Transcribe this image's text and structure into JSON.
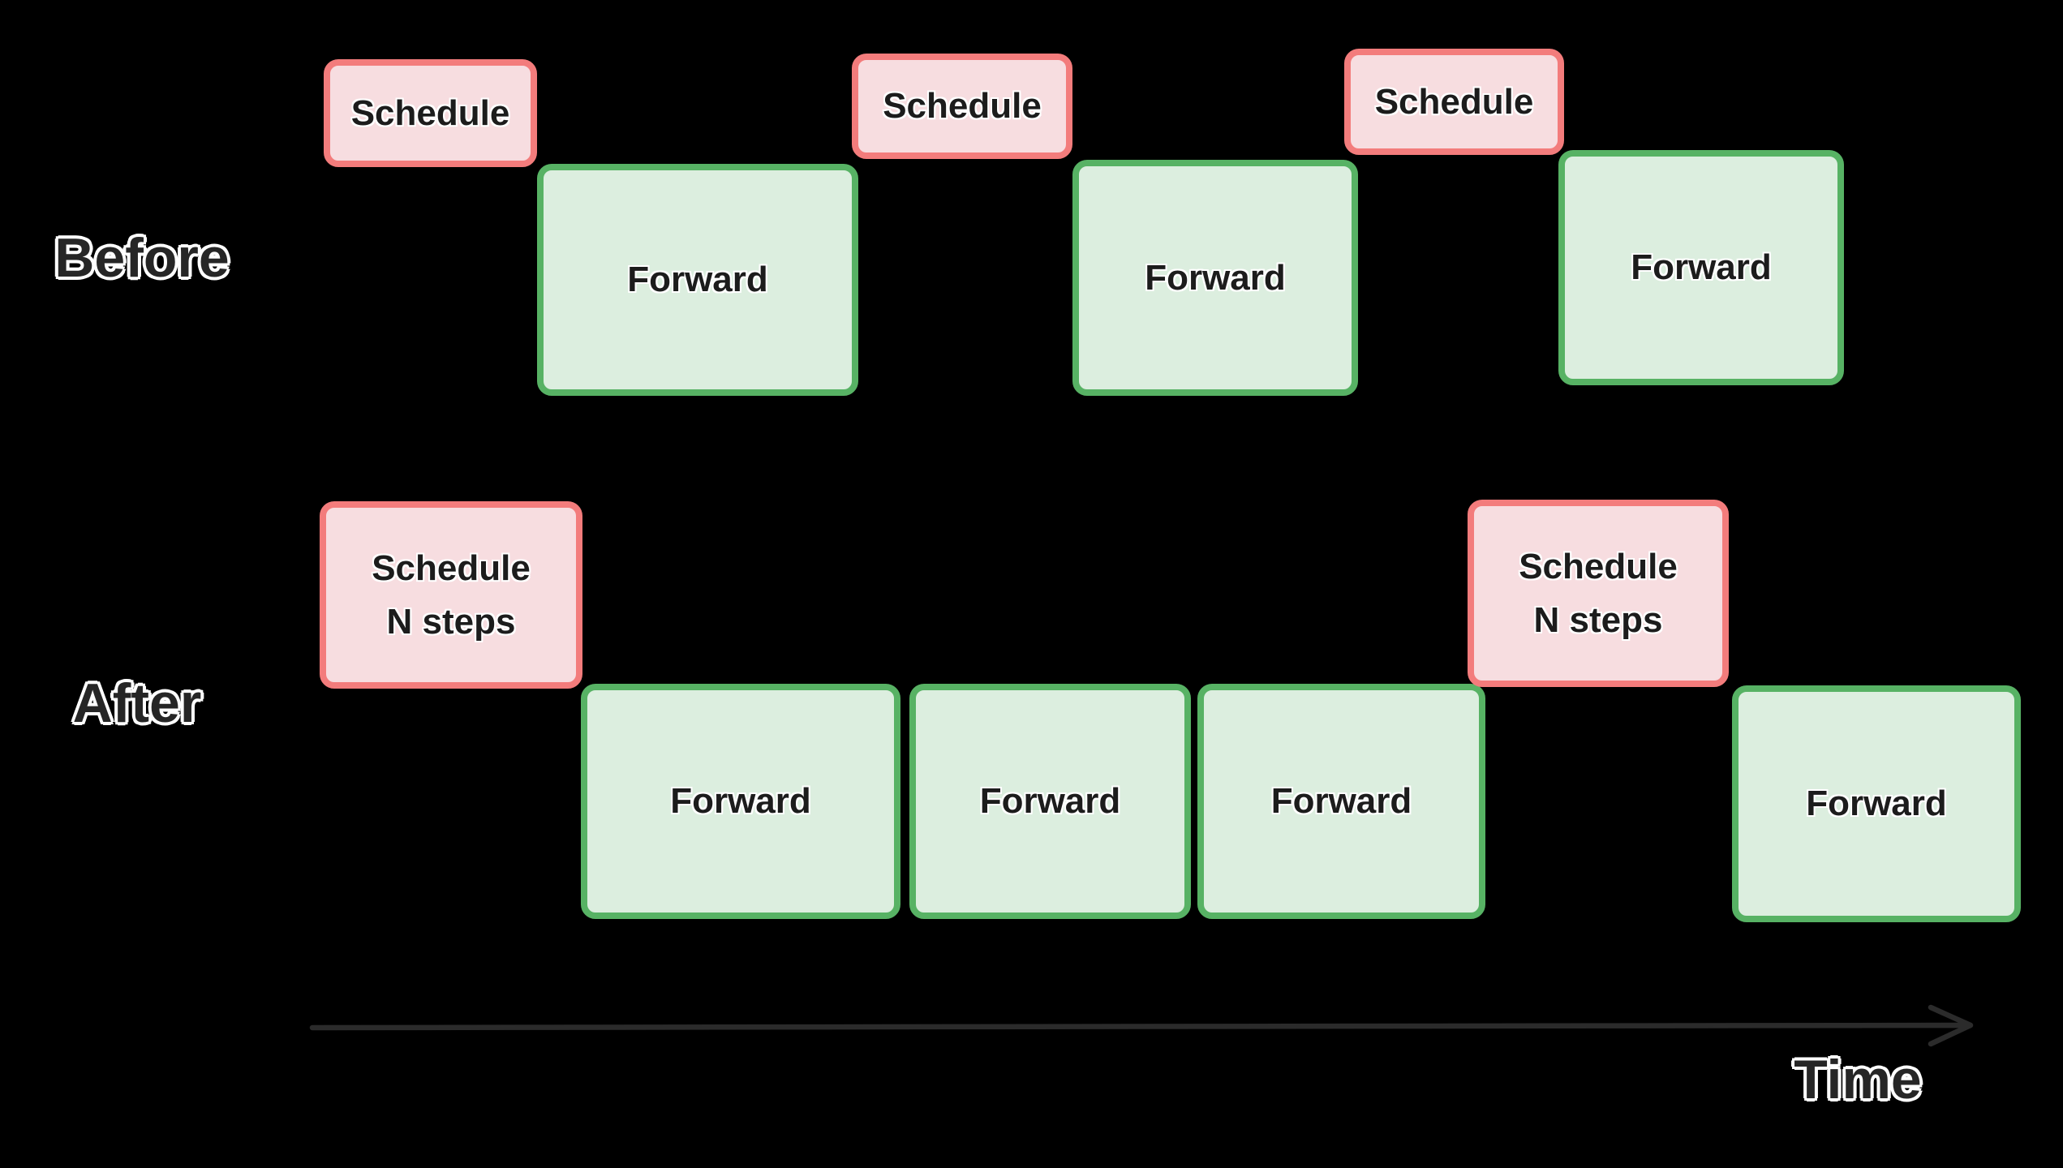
{
  "canvas": {
    "background": "#000000"
  },
  "colors": {
    "canvas_bg": "#000000",
    "schedule_border": "#F37C7C",
    "schedule_fill": "#F7DDE0",
    "forward_border": "#57B264",
    "forward_fill": "#DCEEDF",
    "box_text": "#1C1C1C",
    "label_text": "#262626",
    "label_outline": "#FFFFFF",
    "arrow": "#2B2B2B"
  },
  "row_labels": {
    "before": "Before",
    "after": "After"
  },
  "axis": {
    "label": "Time"
  },
  "boxes": [
    {
      "row": "before",
      "type": "schedule",
      "label": "Schedule"
    },
    {
      "row": "before",
      "type": "forward",
      "label": "Forward"
    },
    {
      "row": "before",
      "type": "schedule",
      "label": "Schedule"
    },
    {
      "row": "before",
      "type": "forward",
      "label": "Forward"
    },
    {
      "row": "before",
      "type": "schedule",
      "label": "Schedule"
    },
    {
      "row": "before",
      "type": "forward",
      "label": "Forward"
    },
    {
      "row": "after",
      "type": "schedule",
      "label": "Schedule\nN steps"
    },
    {
      "row": "after",
      "type": "forward",
      "label": "Forward"
    },
    {
      "row": "after",
      "type": "forward",
      "label": "Forward"
    },
    {
      "row": "after",
      "type": "forward",
      "label": "Forward"
    },
    {
      "row": "after",
      "type": "schedule",
      "label": "Schedule\nN steps"
    },
    {
      "row": "after",
      "type": "forward",
      "label": "Forward"
    }
  ]
}
